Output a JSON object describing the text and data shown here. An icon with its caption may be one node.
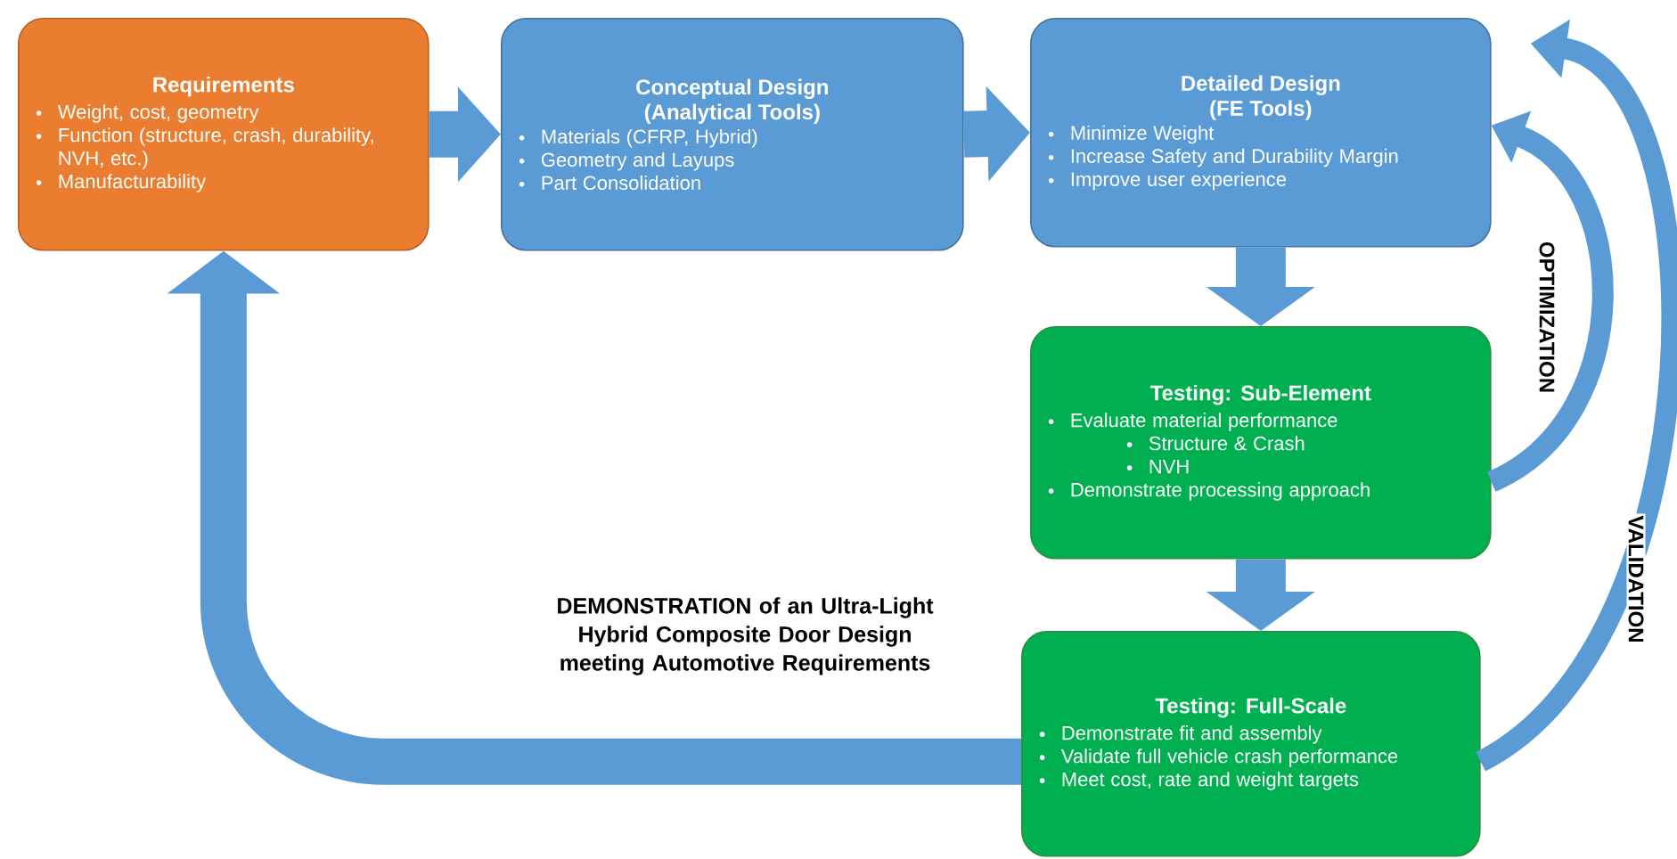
{
  "diagram": {
    "nodes": [
      {
        "text": [
          "Requirements",
          "Weight, cost, geometry",
          "Function (structure, crash, durability, NVH, etc.)",
          "Manufacturability"
        ]
      },
      {
        "text": [
          "Conceptual Design (Analytical Tools)",
          "Materials (CFRP, Hybrid)",
          "Geometry and Layups",
          "Part Consolidation"
        ]
      },
      {
        "text": [
          "Detailed Design (FE Tools)",
          "Minimize Weight",
          "Increase Safety and Durability Margin",
          "Improve user experience"
        ]
      },
      {
        "text": [
          "Testing: Sub-Element",
          "Evaluate material performance",
          "Structure & Crash",
          "NVH",
          "Demonstrate processing approach"
        ]
      },
      {
        "text": [
          "Testing: Full-Scale",
          "Demonstrate fit and assembly",
          "Validate full vehicle crash performance",
          "Meet cost, rate and weight targets"
        ]
      }
    ],
    "edges": [
      {
        "from": 0,
        "to": 1,
        "arrow": "to"
      },
      {
        "from": 1,
        "to": 2,
        "arrow": "to"
      },
      {
        "from": 2,
        "to": 3,
        "arrow": "to"
      },
      {
        "from": 3,
        "to": 4,
        "arrow": "to"
      },
      {
        "from": 4,
        "to": 0,
        "arrow": "to"
      },
      {
        "from": 3,
        "to": 2,
        "arrow": "to",
        "label": "OPTIMIZATION"
      },
      {
        "from": 4,
        "to": 2,
        "arrow": "to",
        "label": "VALIDATION"
      }
    ],
    "labels": [
      "DEMONSTRATION of an Ultra-Light Hybrid Composite Door Design meeting Automotive Requirements"
    ]
  }
}
